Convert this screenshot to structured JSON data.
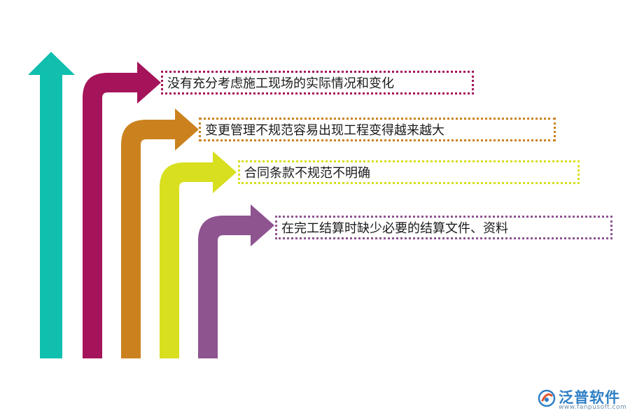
{
  "colors": {
    "teal": "#10bfae",
    "magenta": "#a5135a",
    "orange": "#cb821e",
    "yellow": "#d8df1f",
    "purple": "#8e5490"
  },
  "items": [
    {
      "text": "没有充分考虑施工现场的实际情况和变化",
      "color": "#a5135a"
    },
    {
      "text": "变更管理不规范容易出现工程变得越来越大",
      "color": "#cb821e"
    },
    {
      "text": "合同条款不规范不明确",
      "color": "#d8df1f"
    },
    {
      "text": "在完工结算时缺少必要的结算文件、资料",
      "color": "#8e5490"
    }
  ],
  "logo": {
    "name": "泛普软件",
    "url": "www.fanpusoft.com"
  }
}
